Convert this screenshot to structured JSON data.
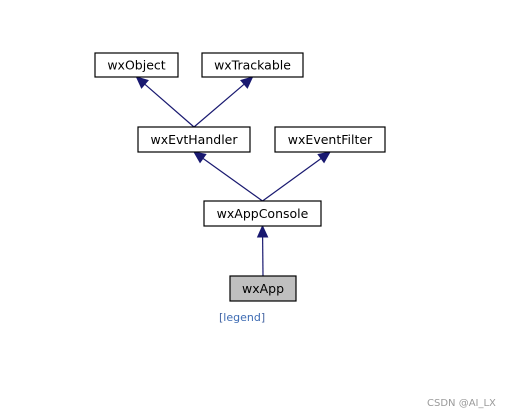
{
  "diagram": {
    "nodes": [
      {
        "id": "wxObject",
        "label": "wxObject",
        "fill": "#ffffff"
      },
      {
        "id": "wxTrackable",
        "label": "wxTrackable",
        "fill": "#ffffff"
      },
      {
        "id": "wxEvtHandler",
        "label": "wxEvtHandler",
        "fill": "#ffffff"
      },
      {
        "id": "wxEventFilter",
        "label": "wxEventFilter",
        "fill": "#ffffff"
      },
      {
        "id": "wxAppConsole",
        "label": "wxAppConsole",
        "fill": "#ffffff"
      },
      {
        "id": "wxApp",
        "label": "wxApp",
        "fill": "#bfbfbf"
      }
    ],
    "edges": [
      {
        "from": "wxEvtHandler",
        "to": "wxObject"
      },
      {
        "from": "wxEvtHandler",
        "to": "wxTrackable"
      },
      {
        "from": "wxAppConsole",
        "to": "wxEvtHandler"
      },
      {
        "from": "wxAppConsole",
        "to": "wxEventFilter"
      },
      {
        "from": "wxApp",
        "to": "wxAppConsole"
      }
    ],
    "edge_color": "#191970"
  },
  "legend": {
    "open": "[",
    "link_text": "legend",
    "close": "]"
  },
  "watermark": "CSDN @AI_LX"
}
